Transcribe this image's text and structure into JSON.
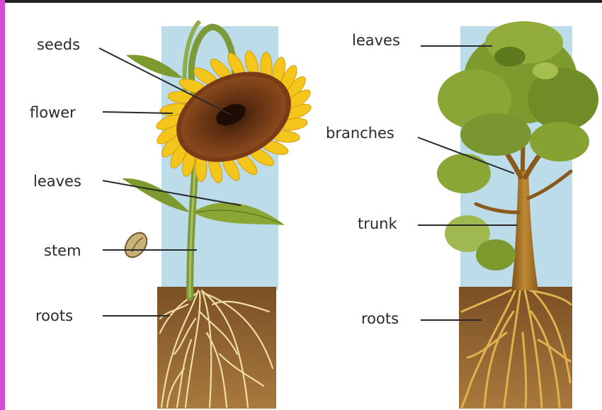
{
  "colors": {
    "sky": "#bcdcea",
    "soil": "#8a5a2b",
    "root": "#f0dca4",
    "petal": "#f4c51a",
    "seed_head": "#7a3b16",
    "stem_green": "#7c9a3a",
    "tree_leaf": "#7d9a2e",
    "trunk": "#a06a22",
    "leader_line": "#2a2a2a",
    "frame_accent": "#d44bd6"
  },
  "sunflower": {
    "labels": {
      "seeds": "seeds",
      "flower": "flower",
      "leaves": "leaves",
      "stem": "stem",
      "roots": "roots"
    }
  },
  "tree": {
    "labels": {
      "leaves": "leaves",
      "branches": "branches",
      "trunk": "trunk",
      "roots": "roots"
    }
  }
}
